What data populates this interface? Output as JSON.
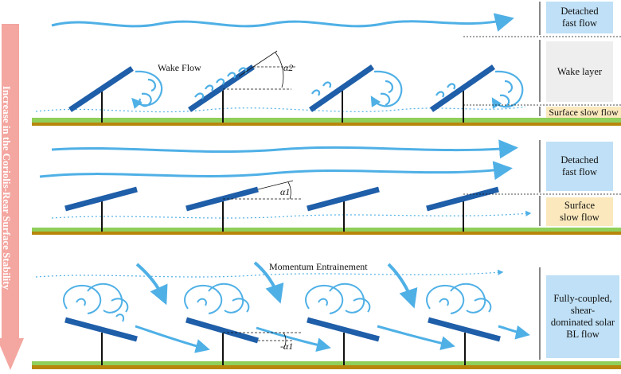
{
  "colors": {
    "flow": "#4fb0e6",
    "panel": "#1f5ea8",
    "ground": "#b8860b",
    "grass": "#8fcf5a",
    "arrow": "#f4a6a0"
  },
  "side_label": "Increase in the Coriolis-Rear Surface Stability",
  "panels": {
    "top": {
      "label": "Wake Flow",
      "angle_label": "α2",
      "boxes": {
        "detached": "Detached\nfast flow",
        "wake": "Wake layer",
        "surface": "Surface slow flow"
      }
    },
    "middle": {
      "angle_label": "α1",
      "boxes": {
        "detached": "Detached\nfast flow",
        "surface": "Surface\nslow flow"
      }
    },
    "bottom": {
      "label": "Momentum Entrainement",
      "angle_label": "-α1",
      "boxes": {
        "coupled": "Fully-coupled,\nshear-\ndominated solar\nBL flow"
      }
    }
  }
}
